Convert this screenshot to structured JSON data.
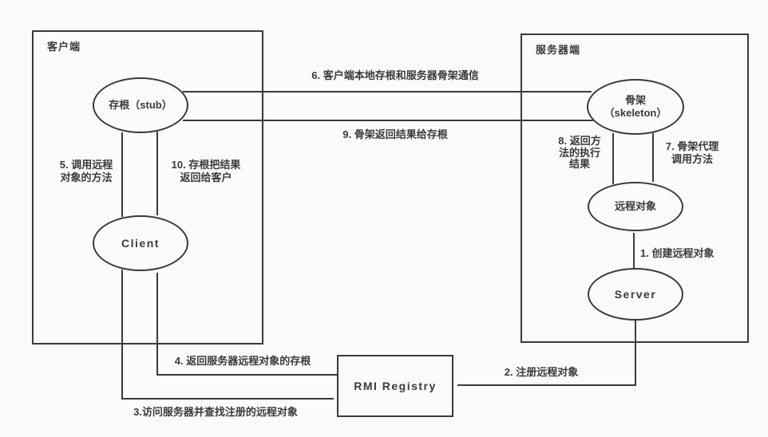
{
  "colors": {
    "background": "#fbfbfb",
    "line": "#3a3a3a",
    "text": "#3a3a3a"
  },
  "client_side": {
    "title": "客户端",
    "stub_label": "存根（stub）",
    "client_label": "Client"
  },
  "server_side": {
    "title": "服务器端",
    "skeleton_label": [
      "骨架",
      "（skeleton）"
    ],
    "remote_object_label": "远程对象",
    "server_label": "Server"
  },
  "registry": {
    "label": "RMI Registry"
  },
  "steps": {
    "s1": [
      "1. 创建远程对象"
    ],
    "s2": [
      "2. 注册远程对象"
    ],
    "s3": [
      "3.访问服务器并查找注册的远程对象"
    ],
    "s4": [
      "4. 返回服务器远程对象的存根"
    ],
    "s5": [
      "5. 调用远程",
      "对象的方法"
    ],
    "s6": [
      "6. 客户端本地存根和服务器骨架通信"
    ],
    "s7": [
      "7. 骨架代理",
      "调用方法"
    ],
    "s8": [
      "8. 返回方",
      "法的执行",
      "结果"
    ],
    "s9": [
      "9. 骨架返回结果给存根"
    ],
    "s10": [
      "10. 存根把结果",
      "返回给客户"
    ]
  }
}
